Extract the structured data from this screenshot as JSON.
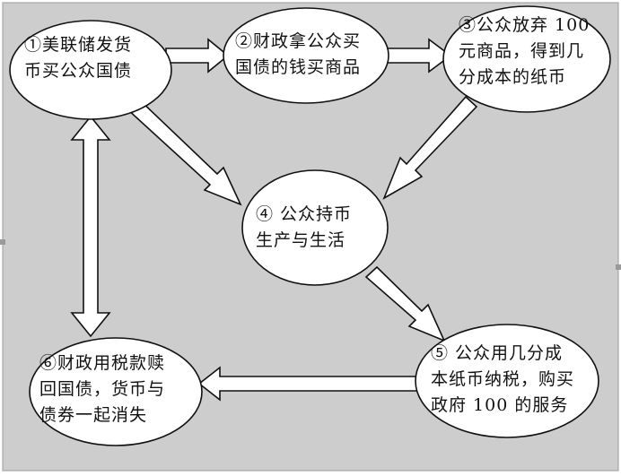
{
  "nodes": [
    {
      "id": "n1",
      "lines": [
        "①美联储发货",
        "币买公众国债"
      ]
    },
    {
      "id": "n2",
      "lines": [
        "②财政拿公众买",
        "国债的钱买商品"
      ]
    },
    {
      "id": "n3",
      "lines": [
        "③公众放弃 100",
        "元商品，得到几",
        "分成本的纸币"
      ]
    },
    {
      "id": "n4",
      "lines": [
        "④ 公众持币",
        "生产与生活"
      ]
    },
    {
      "id": "n5",
      "lines": [
        "⑤ 公众用几分成",
        "本纸币纳税，购买",
        "政府 100 的服务"
      ]
    },
    {
      "id": "n6",
      "lines": [
        "⑥财政用税款赎",
        "回国债，货币与",
        "债券一起消失"
      ]
    }
  ],
  "colors": {
    "background": "#cdcdcd",
    "node_fill": "#ffffff",
    "stroke": "#111111",
    "handle": "#9a9a9a"
  }
}
